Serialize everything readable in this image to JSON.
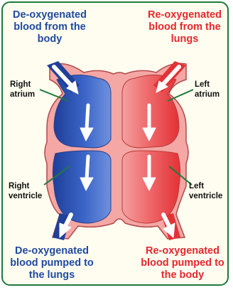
{
  "captions": {
    "top_left": "De-oxygenated blood from the body",
    "top_right": "Re-oxygenated blood from the lungs",
    "bottom_left": "De-oxygenated blood pumped to the lungs",
    "bottom_right": "Re-oxygenated blood pumped to the body"
  },
  "labels": {
    "right_atrium": "Right atrium",
    "right_ventricle": "Right ventricle",
    "left_atrium": "Left atrium",
    "left_ventricle": "Left ventricle"
  },
  "colors": {
    "deoxygenated": "#1f4aa0",
    "reoxygenated": "#e8262c",
    "heart_wall": "#f4a7a4",
    "pointer_line": "#1e7a3c",
    "frame": "#1e7a3c"
  }
}
